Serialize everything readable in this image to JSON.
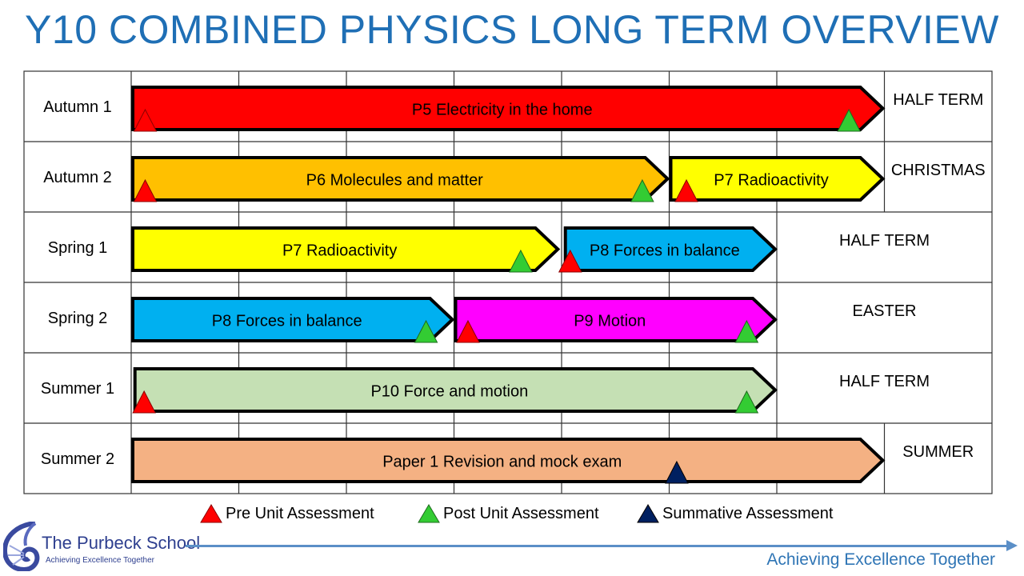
{
  "title": "Y10 COMBINED PHYSICS LONG TERM OVERVIEW",
  "columns": 7,
  "colors": {
    "pre": "#ff0000",
    "post": "#33cc33",
    "summative": "#002060"
  },
  "rows": [
    {
      "term": "Autumn 1",
      "holiday": "HALF TERM",
      "holiday_span": 1,
      "units": [
        {
          "label": "P5 Electricity in the home",
          "start": 0,
          "end": 7,
          "color": "#ff0000"
        }
      ],
      "markers": [
        {
          "type": "pre",
          "at": 0.13
        },
        {
          "type": "post",
          "at": 6.67
        }
      ]
    },
    {
      "term": "Autumn 2",
      "holiday": "CHRISTMAS",
      "holiday_span": 1,
      "units": [
        {
          "label": "P6 Molecules and matter",
          "start": 0,
          "end": 5,
          "color": "#ffc000"
        },
        {
          "label": "P7 Radioactivity",
          "start": 5,
          "end": 7,
          "color": "#ffff00"
        }
      ],
      "markers": [
        {
          "type": "pre",
          "at": 0.13
        },
        {
          "type": "post",
          "at": 4.75
        },
        {
          "type": "pre",
          "at": 5.16
        }
      ]
    },
    {
      "term": "Spring 1",
      "holiday": "HALF TERM",
      "holiday_span": 2,
      "units": [
        {
          "label": "P7 Radioactivity",
          "start": 0,
          "end": 3.98,
          "color": "#ffff00"
        },
        {
          "label": "P8 Forces in balance",
          "start": 4.02,
          "end": 6,
          "color": "#00b0f0"
        }
      ],
      "markers": [
        {
          "type": "post",
          "at": 3.62
        },
        {
          "type": "pre",
          "at": 4.08
        }
      ]
    },
    {
      "term": "Spring 2",
      "holiday": "EASTER",
      "holiday_span": 2,
      "units": [
        {
          "label": "P8 Forces in balance",
          "start": 0,
          "end": 3,
          "color": "#00b0f0"
        },
        {
          "label": "P9 Motion",
          "start": 3,
          "end": 6,
          "color": "#ff00ff"
        }
      ],
      "markers": [
        {
          "type": "post",
          "at": 2.74
        },
        {
          "type": "pre",
          "at": 3.13
        },
        {
          "type": "post",
          "at": 5.72
        }
      ]
    },
    {
      "term": "Summer 1",
      "holiday": "HALF TERM",
      "holiday_span": 2,
      "units": [
        {
          "label": "P10 Force and motion",
          "start": 0.02,
          "end": 6,
          "color": "#c5e0b4"
        }
      ],
      "markers": [
        {
          "type": "pre",
          "at": 0.12
        },
        {
          "type": "post",
          "at": 5.72
        }
      ]
    },
    {
      "term": "Summer 2",
      "holiday": "SUMMER",
      "holiday_span": 1,
      "units": [
        {
          "label": "Paper 1 Revision and mock exam",
          "start": 0,
          "end": 7,
          "color": "#f4b183"
        }
      ],
      "markers": [
        {
          "type": "summative",
          "at": 5.07
        }
      ]
    }
  ],
  "legend": {
    "pre": "Pre Unit Assessment",
    "post": "Post Unit Assessment",
    "summative": "Summative Assessment"
  },
  "footer": {
    "school": "The Purbeck School",
    "motto_small": "Achieving Excellence Together",
    "motto": "Achieving Excellence Together"
  }
}
